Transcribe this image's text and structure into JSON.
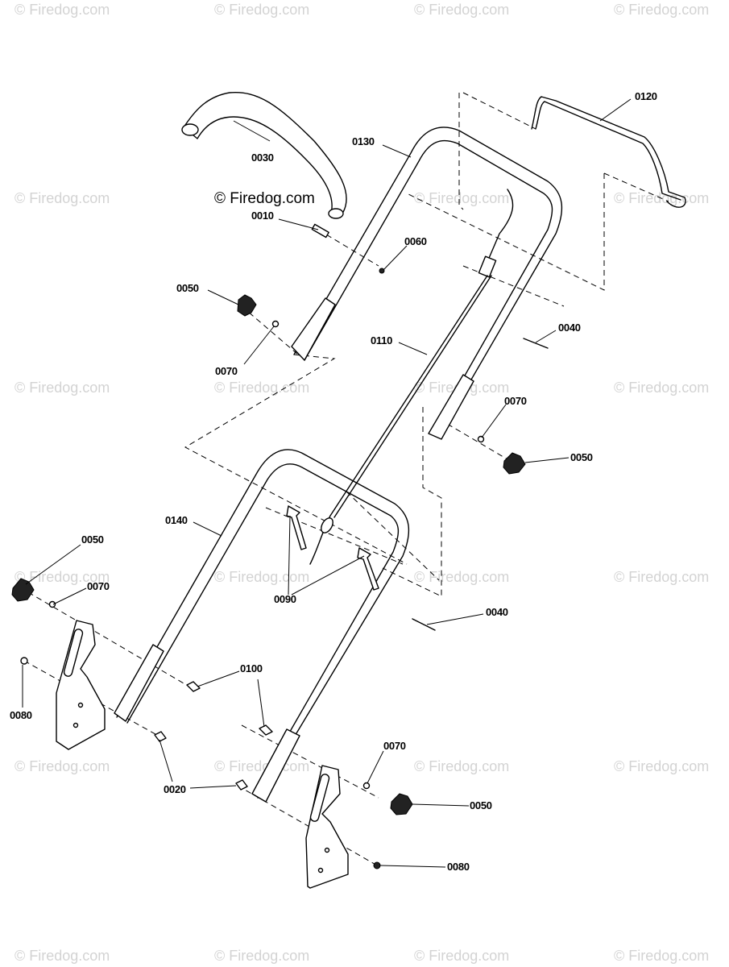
{
  "watermark": {
    "tile_text": "© Firedog.com",
    "main_text": "© Firedog.com"
  },
  "callouts": {
    "c0010": "0010",
    "c0020": "0020",
    "c0030": "0030",
    "c0040a": "0040",
    "c0040b": "0040",
    "c0050a": "0050",
    "c0050b": "0050",
    "c0050c": "0050",
    "c0050d": "0050",
    "c0060": "0060",
    "c0070a": "0070",
    "c0070b": "0070",
    "c0070c": "0070",
    "c0070d": "0070",
    "c0080a": "0080",
    "c0080b": "0080",
    "c0090": "0090",
    "c0100": "0100",
    "c0110": "0110",
    "c0120": "0120",
    "c0130": "0130",
    "c0140": "0140"
  }
}
